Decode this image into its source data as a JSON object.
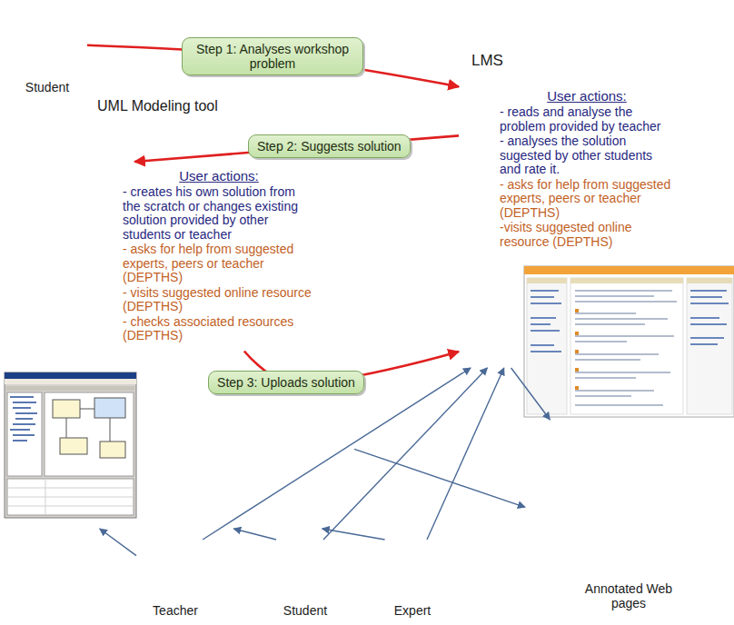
{
  "diagram": {
    "nodes": [
      {
        "text": [
          "Student"
        ]
      },
      {
        "text": [
          "LMS"
        ]
      },
      {
        "text": [
          "User actions:",
          "- reads and analyse the problem provided by teacher",
          "- analyses the solution sugested by other students and rate it.",
          "- asks for help from suggested experts, peers or teacher (DEPTHS)",
          "-visits suggested online resource (DEPTHS)"
        ],
        "in": 1
      },
      {
        "text": [
          "UML Modeling tool"
        ]
      },
      {
        "text": [
          "User actions:",
          "- creates his own solution from the scratch or changes existing solution provided by other students or teacher",
          "- asks for help from suggested experts, peers or teacher (DEPTHS)",
          "- visits suggested online resource (DEPTHS)",
          "- checks associated resources (DEPTHS)"
        ],
        "in": 3
      },
      {
        "text": [
          "Teacher"
        ]
      },
      {
        "text": [
          "Student"
        ]
      },
      {
        "text": [
          "Expert"
        ]
      },
      {
        "text": [
          "Annotated Web pages"
        ]
      }
    ],
    "edges": [
      {
        "from": 0,
        "to": 1,
        "arrow": "to",
        "label": "Step 1: Analyses workshop problem"
      },
      {
        "from": 1,
        "to": 4,
        "arrow": "to",
        "label": "Step 2: Suggests solution"
      },
      {
        "from": 4,
        "to": 1,
        "arrow": "to",
        "label": "Step 3: Uploads solution"
      },
      {
        "from": 5,
        "to": 3,
        "arrow": "to"
      },
      {
        "from": 5,
        "to": 1,
        "arrow": "to"
      },
      {
        "from": 6,
        "to": 3,
        "arrow": "to"
      },
      {
        "from": 6,
        "to": 1,
        "arrow": "to"
      },
      {
        "from": 7,
        "to": 3,
        "arrow": "to"
      },
      {
        "from": 7,
        "to": 1,
        "arrow": "to"
      },
      {
        "from": 3,
        "to": 8,
        "arrow": "to"
      },
      {
        "from": 1,
        "to": 8,
        "arrow": "to"
      }
    ]
  }
}
